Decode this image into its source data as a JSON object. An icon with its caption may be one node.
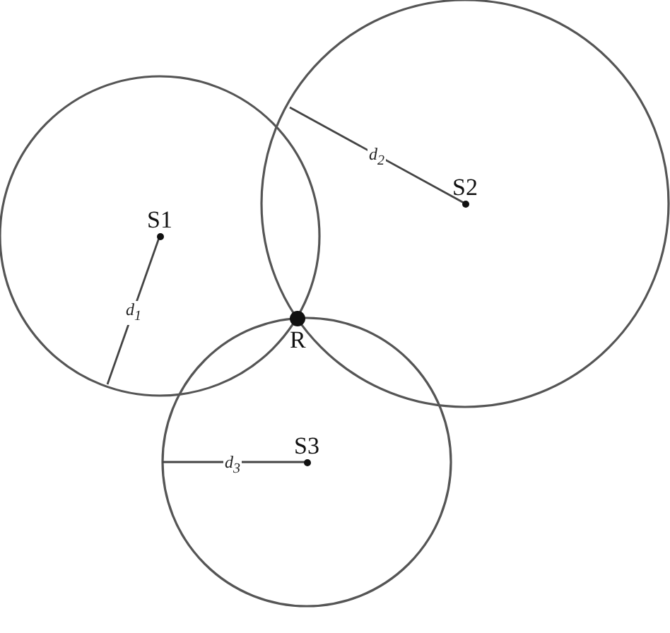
{
  "diagram": {
    "nodes": [
      {
        "text": [
          "S1"
        ]
      },
      {
        "text": [
          "S2"
        ]
      },
      {
        "text": [
          "R"
        ]
      },
      {
        "text": [
          "S3"
        ]
      }
    ],
    "labels": [
      "d$_{1}$",
      "d$_{2}$",
      "d$_{3}$"
    ]
  }
}
